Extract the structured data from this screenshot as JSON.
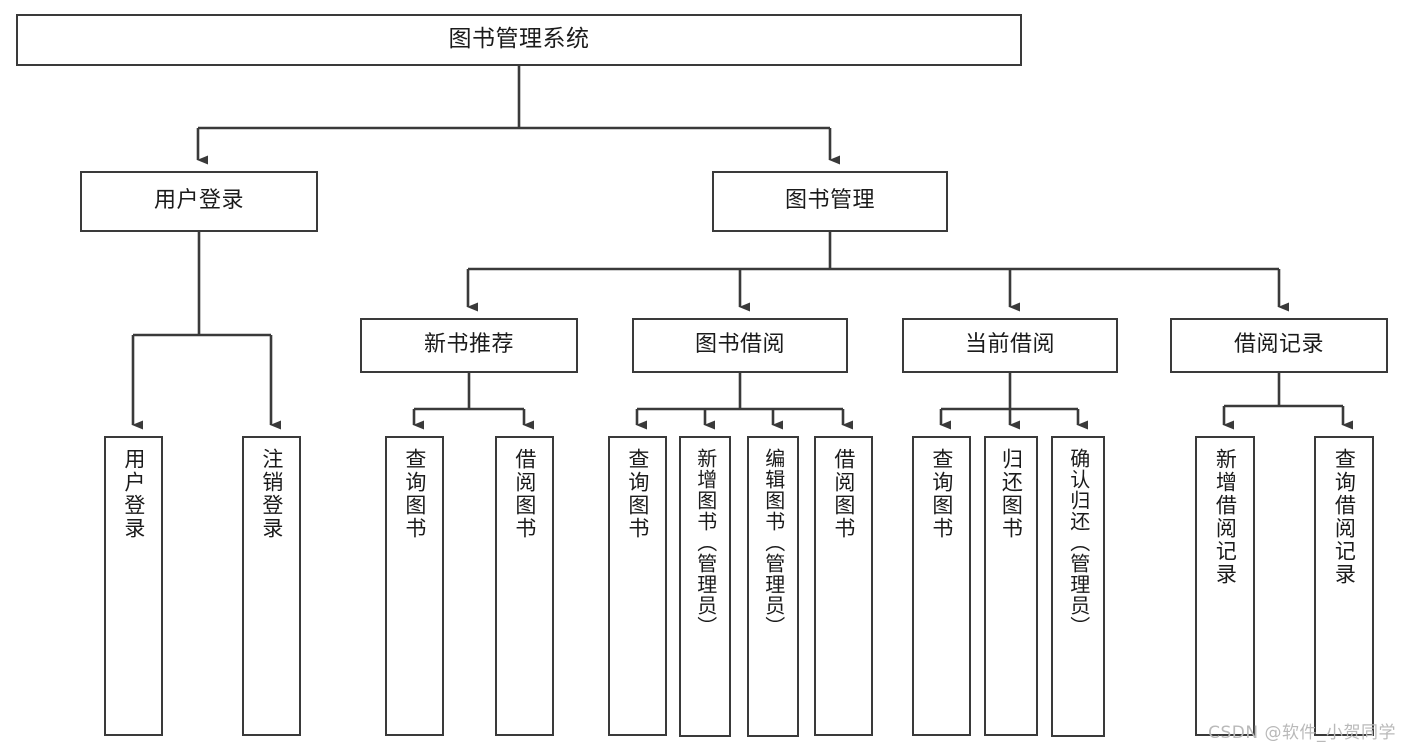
{
  "diagram": {
    "title": "图书管理系统",
    "type": "tree",
    "watermark": "CSDN @软件_小贺同学",
    "colors": {
      "box_border": "#3a3a3a",
      "box_fill": "#ffffff",
      "edge": "#3a3a3a",
      "text": "#1b1b1b",
      "watermark": "#b9b9b9",
      "background": "#ffffff"
    },
    "levels": {
      "root": {
        "label": "图书管理系统"
      },
      "level2": [
        {
          "label": "用户登录"
        },
        {
          "label": "图书管理"
        }
      ],
      "level3": [
        {
          "label": "新书推荐"
        },
        {
          "label": "图书借阅"
        },
        {
          "label": "当前借阅"
        },
        {
          "label": "借阅记录"
        }
      ],
      "level4": [
        {
          "label": "用户登录",
          "parent": "用户登录"
        },
        {
          "label": "注销登录",
          "parent": "用户登录"
        },
        {
          "label": "查询图书",
          "parent": "新书推荐"
        },
        {
          "label": "借阅图书",
          "parent": "新书推荐"
        },
        {
          "label": "查询图书",
          "parent": "图书借阅"
        },
        {
          "label": "新增图书（管理员）",
          "parent": "图书借阅"
        },
        {
          "label": "编辑图书（管理员）",
          "parent": "图书借阅"
        },
        {
          "label": "借阅图书",
          "parent": "图书借阅"
        },
        {
          "label": "查询图书",
          "parent": "当前借阅"
        },
        {
          "label": "归还图书",
          "parent": "当前借阅"
        },
        {
          "label": "确认归还（管理员）",
          "parent": "当前借阅"
        },
        {
          "label": "新增借阅记录",
          "parent": "借阅记录"
        },
        {
          "label": "查询借阅记录",
          "parent": "借阅记录"
        }
      ]
    }
  }
}
